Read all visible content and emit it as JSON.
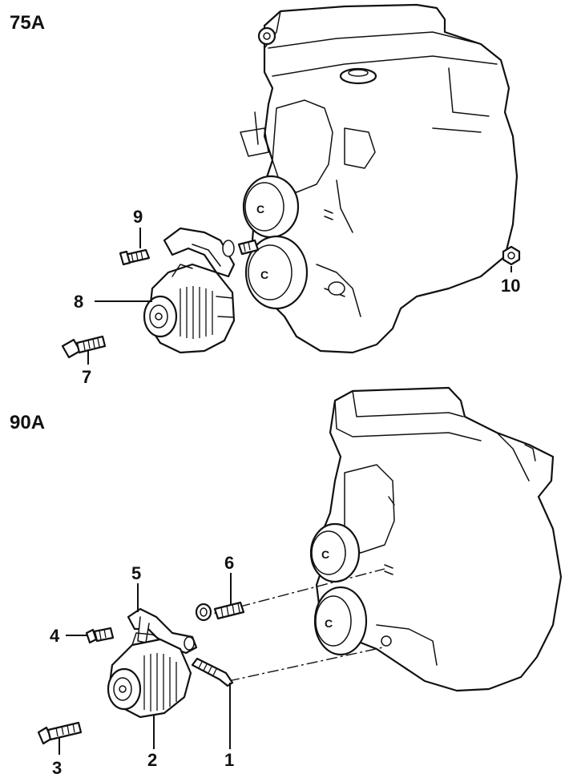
{
  "sections": {
    "top": {
      "title": "75A"
    },
    "bottom": {
      "title": "90A"
    }
  },
  "callouts": {
    "c1": "1",
    "c2": "2",
    "c3": "3",
    "c4": "4",
    "c5": "5",
    "c6": "6",
    "c7": "7",
    "c8": "8",
    "c9": "9",
    "c10": "10"
  },
  "engine_marks": {
    "pulley_letter": "C"
  }
}
